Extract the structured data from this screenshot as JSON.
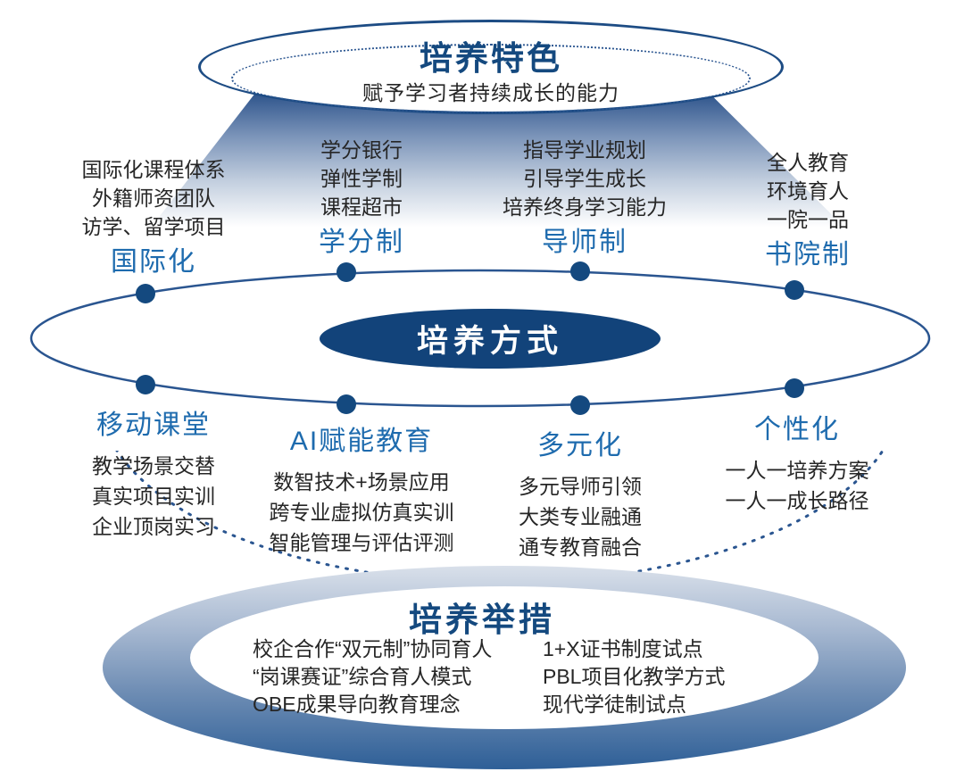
{
  "colors": {
    "navy": "#14497f",
    "label_blue": "#1e6bae",
    "ellipse_stroke": "#2a5590",
    "ring_dark": "#2e5f97",
    "ring_light": "#d9e0ea",
    "text": "#262626"
  },
  "top": {
    "title": "培养特色",
    "subtitle": "赋予学习者持续成长的能力"
  },
  "features": [
    {
      "label": "国际化",
      "items": [
        "国际化课程体系",
        "外籍师资团队",
        "访学、留学项目"
      ]
    },
    {
      "label": "学分制",
      "items": [
        "学分银行",
        "弹性学制",
        "课程超市"
      ]
    },
    {
      "label": "导师制",
      "items": [
        "指导学业规划",
        "引导学生成长",
        "培养终身学习能力"
      ]
    },
    {
      "label": "书院制",
      "items": [
        "全人教育",
        "环境育人",
        "一院一品"
      ]
    }
  ],
  "center": {
    "title": "培养方式"
  },
  "methods": [
    {
      "label": "移动课堂",
      "items": [
        "教学场景交替",
        "真实项目实训",
        "企业顶岗实习"
      ]
    },
    {
      "label": "AI赋能教育",
      "items": [
        "数智技术+场景应用",
        "跨专业虚拟仿真实训",
        "智能管理与评估评测"
      ]
    },
    {
      "label": "多元化",
      "items": [
        "多元导师引领",
        "大类专业融通",
        "通专教育融合"
      ]
    },
    {
      "label": "个性化",
      "items": [
        "一人一培养方案",
        "一人一成长路径"
      ]
    }
  ],
  "bottom": {
    "title": "培养举措",
    "left_items": [
      "校企合作“双元制”协同育人",
      "“岗课赛证”综合育人模式",
      "OBE成果导向教育理念"
    ],
    "right_items": [
      "1+X证书制度试点",
      "PBL项目化教学方式",
      "现代学徒制试点"
    ]
  }
}
